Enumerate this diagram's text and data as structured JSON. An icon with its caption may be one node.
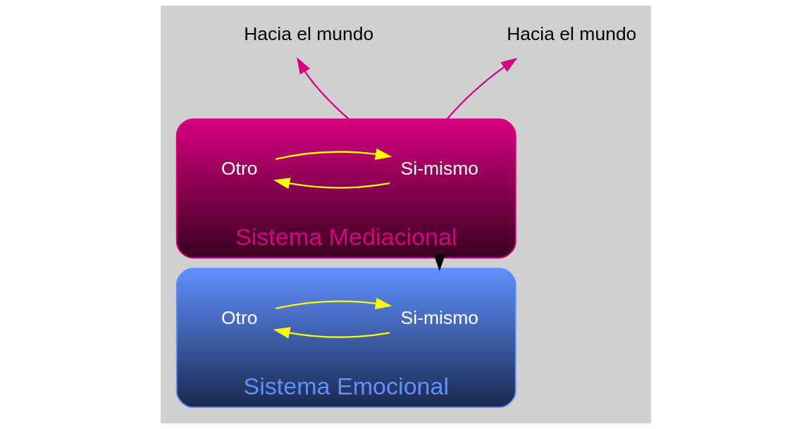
{
  "diagram": {
    "nodes": [
      {
        "text": [
          "Hacia el mundo"
        ]
      },
      {
        "text": [
          "Hacia el mundo"
        ]
      },
      {
        "text": [
          "Sistema Mediacional"
        ]
      },
      {
        "text": [
          "Si-mismo"
        ],
        "in": 2
      },
      {
        "text": [
          "Otro"
        ],
        "in": 2
      },
      {
        "text": [
          "Sistema Emocional"
        ]
      },
      {
        "text": [
          "Si-mismo"
        ],
        "in": 5
      },
      {
        "text": [
          "Otro"
        ],
        "in": 5
      }
    ],
    "edges": [
      {
        "from": 2,
        "to": 0,
        "arrow": "to",
        "color": "#d6007f"
      },
      {
        "from": 2,
        "to": 1,
        "arrow": "to",
        "color": "#d6007f"
      },
      {
        "from": 3,
        "to": 4,
        "arrow": "to"
      },
      {
        "from": 4,
        "to": 3,
        "arrow": "to"
      },
      {
        "from": 2,
        "to": 5,
        "arrow": "to",
        "color": "#000000"
      },
      {
        "from": 6,
        "to": 7,
        "arrow": "to"
      },
      {
        "from": 7,
        "to": 6,
        "arrow": "to"
      }
    ]
  }
}
